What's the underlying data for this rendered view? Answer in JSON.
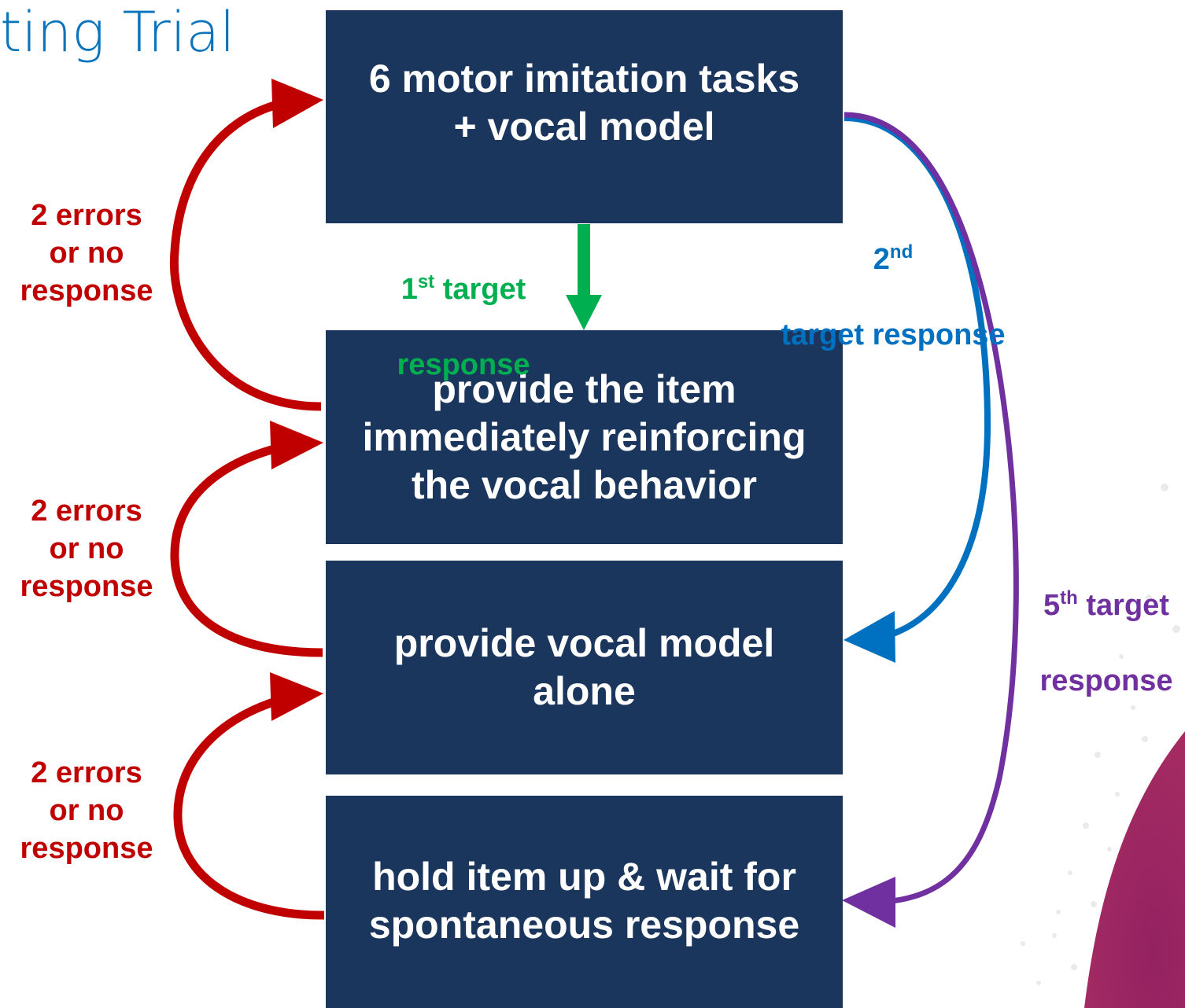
{
  "title": "ting Trial",
  "colors": {
    "box": "#1b365d",
    "title": "#0b74bc",
    "error": "#c00000",
    "first": "#00b050",
    "second": "#0070c0",
    "fifth": "#7030a0",
    "decor": "#8e1659"
  },
  "boxes": [
    {
      "text": "6 motor imitation tasks\n+ vocal model"
    },
    {
      "text": "provide the item\nimmediately reinforcing\nthe vocal behavior"
    },
    {
      "text": "provide vocal model\nalone"
    },
    {
      "text": "hold item up & wait for\nspontaneous response"
    }
  ],
  "error_label": "2 errors\nor no\nresponse",
  "first": {
    "num": "1",
    "sup": "st",
    "rest": " target",
    "line2": "response"
  },
  "second": {
    "num": "2",
    "sup": "nd",
    "line2": "target response"
  },
  "fifth": {
    "num": "5",
    "sup": "th",
    "rest": " target",
    "line2": "response"
  }
}
